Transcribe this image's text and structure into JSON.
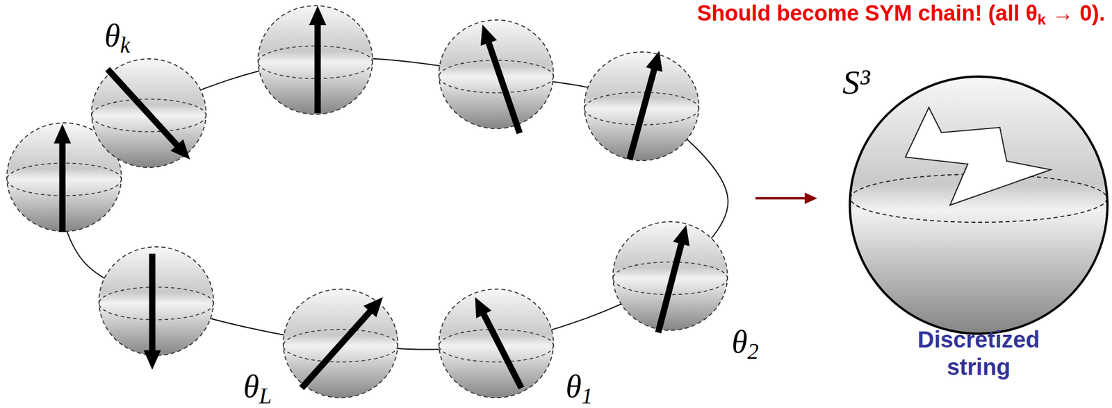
{
  "diagram": {
    "title": "Should become SYM chain! (all θk → 0).",
    "nodes": [
      {
        "text": [
          "S³",
          "Discretized string"
        ]
      }
    ],
    "labels": [
      "θk",
      "θ2",
      "θL",
      "θ1"
    ]
  }
}
